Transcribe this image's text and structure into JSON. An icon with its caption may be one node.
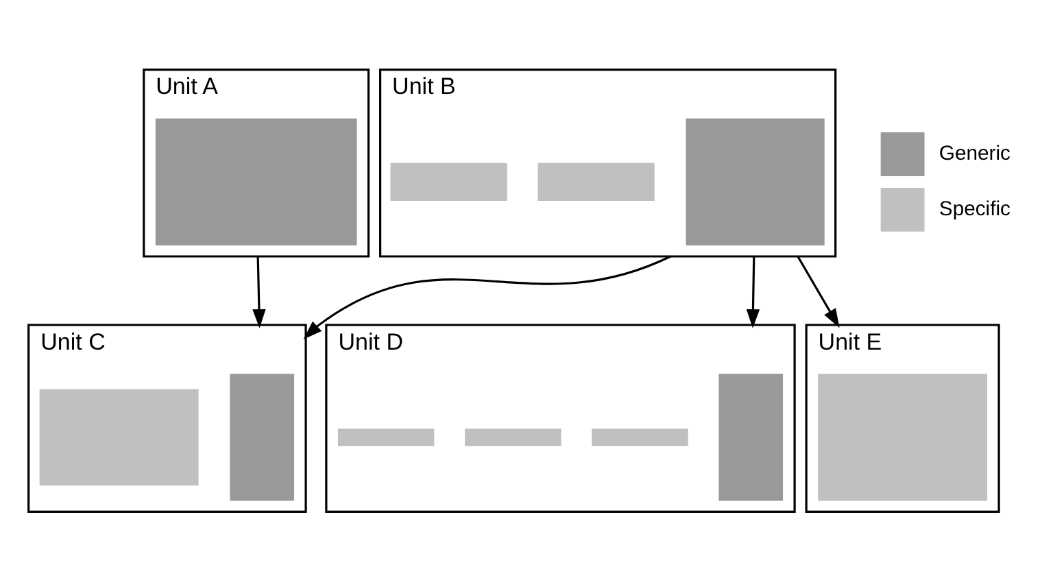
{
  "diagram": {
    "nodes": [
      {
        "text": [
          "Unit A"
        ]
      },
      {
        "text": [],
        "shape": "box",
        "in": 0
      },
      {
        "text": [
          "Unit B"
        ]
      },
      {
        "text": [],
        "shape": "box",
        "in": 2
      },
      {
        "text": [],
        "shape": "box",
        "in": 2
      },
      {
        "text": [],
        "shape": "box",
        "in": 2
      },
      {
        "text": [
          "Unit C"
        ]
      },
      {
        "text": [],
        "shape": "box",
        "in": 6
      },
      {
        "text": [],
        "shape": "box",
        "in": 6
      },
      {
        "text": [
          "Unit D"
        ]
      },
      {
        "text": [],
        "shape": "box",
        "in": 9
      },
      {
        "text": [],
        "shape": "box",
        "in": 9
      },
      {
        "text": [],
        "shape": "box",
        "in": 9
      },
      {
        "text": [],
        "shape": "box",
        "in": 9
      },
      {
        "text": [
          "Unit E"
        ]
      },
      {
        "text": [],
        "shape": "box",
        "in": 14
      }
    ],
    "edges": [
      {
        "from": 0,
        "to": 6,
        "arrow": "to"
      },
      {
        "from": 2,
        "to": 6,
        "arrow": "to"
      },
      {
        "from": 2,
        "to": 9,
        "arrow": "to"
      },
      {
        "from": 2,
        "to": 14,
        "arrow": "to"
      }
    ],
    "legend": [
      {
        "text": "Generic",
        "color": "#999999"
      },
      {
        "text": "Specific",
        "color": "#c0c0c0"
      }
    ]
  }
}
